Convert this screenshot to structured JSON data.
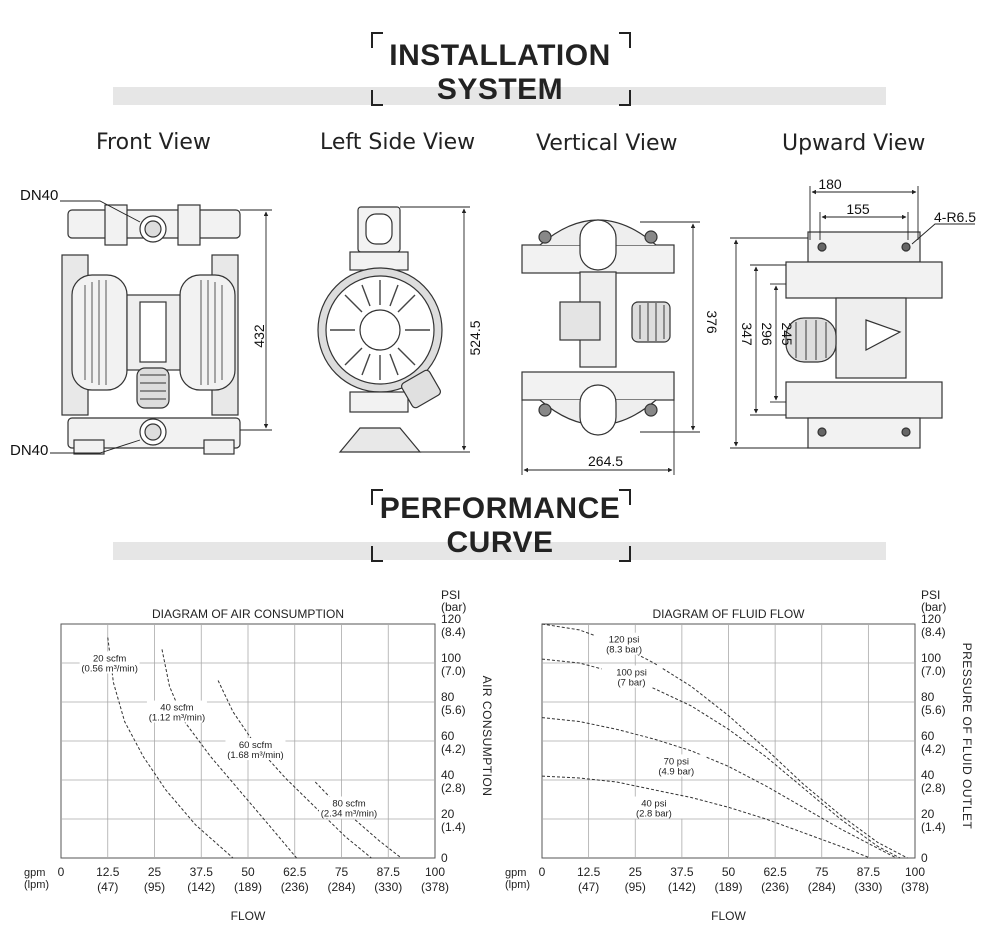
{
  "sections": {
    "installation_title_1": "INSTALLATION",
    "installation_title_2": "SYSTEM",
    "performance_title_1": "PERFORMANCE",
    "performance_title_2": "CURVE"
  },
  "views": {
    "front": {
      "label": "Front View",
      "inlet_top": "DN40",
      "inlet_bottom": "DN40",
      "height_dim": "432"
    },
    "left_side": {
      "label": "Left Side View",
      "height_dim": "524.5"
    },
    "vertical": {
      "label": "Vertical View",
      "height_dim": "376",
      "width_dim": "264.5"
    },
    "upward": {
      "label": "Upward View",
      "dim_180": "180",
      "dim_155": "155",
      "holes": "4-R6.5",
      "dim_347": "347",
      "dim_296": "296",
      "dim_245": "245"
    }
  },
  "chart_data": [
    {
      "type": "line",
      "title": "DIAGRAM OF AIR CONSUMPTION",
      "xlabel": "FLOW",
      "right_axis_label": "AIR CONSUMPTION",
      "x_unit_label": "gpm",
      "x_unit_label_2": "(lpm)",
      "y_unit_label": "PSI",
      "y_unit_label_2": "(bar)",
      "xlim": [
        0,
        100
      ],
      "ylim": [
        0,
        120
      ],
      "x_ticks": [
        0,
        12.5,
        25,
        37.5,
        50,
        62.5,
        75,
        87.5,
        100
      ],
      "x_ticks_secondary": [
        "",
        "(47)",
        "(95)",
        "(142)",
        "(189)",
        "(236)",
        "(284)",
        "(330)",
        "(378)"
      ],
      "y_ticks": [
        0,
        20,
        40,
        60,
        80,
        100,
        120
      ],
      "y_ticks_secondary": [
        "",
        "(1.4)",
        "(2.8)",
        "(4.2)",
        "(5.6)",
        "(7.0)",
        "(8.4)"
      ],
      "grid": true,
      "series": [
        {
          "name": "20 scfm",
          "name2": "(0.56 m³/min)",
          "x": [
            12.5,
            14,
            17,
            22,
            28,
            36,
            46
          ],
          "y": [
            113,
            90,
            70,
            52,
            35,
            17,
            0
          ]
        },
        {
          "name": "40 scfm",
          "name2": "(1.12 m³/min)",
          "x": [
            27,
            29,
            33,
            40,
            48,
            56,
            63
          ],
          "y": [
            107,
            88,
            70,
            52,
            34,
            16,
            0
          ]
        },
        {
          "name": "60 scfm",
          "name2": "(1.68 m³/min)",
          "x": [
            42,
            46,
            52,
            60,
            68,
            76,
            83
          ],
          "y": [
            91,
            75,
            58,
            41,
            26,
            11,
            0
          ]
        },
        {
          "name": "80 scfm",
          "name2": "(2.34 m³/min)",
          "x": [
            68,
            73,
            79,
            85,
            91
          ],
          "y": [
            39,
            29,
            19,
            9,
            0
          ]
        }
      ]
    },
    {
      "type": "line",
      "title": "DIAGRAM OF FLUID FLOW",
      "xlabel": "FLOW",
      "right_axis_label": "PRESSURE OF FLUID OUTLET",
      "x_unit_label": "gpm",
      "x_unit_label_2": "(lpm)",
      "y_unit_label": "PSI",
      "y_unit_label_2": "(bar)",
      "xlim": [
        0,
        100
      ],
      "ylim": [
        0,
        120
      ],
      "x_ticks": [
        0,
        12.5,
        25,
        37.5,
        50,
        62.5,
        75,
        87.5,
        100
      ],
      "x_ticks_secondary": [
        "",
        "(47)",
        "(95)",
        "(142)",
        "(189)",
        "(236)",
        "(284)",
        "(330)",
        "(378)"
      ],
      "y_ticks": [
        0,
        20,
        40,
        60,
        80,
        100,
        120
      ],
      "y_ticks_secondary": [
        "",
        "(1.4)",
        "(2.8)",
        "(4.2)",
        "(5.6)",
        "(7.0)",
        "(8.4)"
      ],
      "grid": true,
      "series": [
        {
          "name": "120 psi",
          "name2": "(8.3 bar)",
          "x": [
            0,
            10,
            20,
            30,
            40,
            50,
            60,
            70,
            80,
            90,
            98
          ],
          "y": [
            120,
            117,
            110,
            100,
            88,
            73,
            56,
            38,
            22,
            8,
            0
          ]
        },
        {
          "name": "100 psi",
          "name2": "(7 bar)",
          "x": [
            0,
            10,
            20,
            30,
            40,
            50,
            60,
            70,
            80,
            90,
            96
          ],
          "y": [
            102,
            100,
            95,
            87,
            78,
            66,
            52,
            36,
            20,
            6,
            0
          ]
        },
        {
          "name": "70 psi",
          "name2": "(4.9 bar)",
          "x": [
            0,
            10,
            20,
            30,
            40,
            50,
            60,
            70,
            80,
            90,
            95
          ],
          "y": [
            72,
            70,
            66,
            61,
            55,
            47,
            37,
            26,
            15,
            5,
            0
          ]
        },
        {
          "name": "40 psi",
          "name2": "(2.8 bar)",
          "x": [
            0,
            10,
            20,
            30,
            40,
            50,
            60,
            70,
            80,
            88
          ],
          "y": [
            42,
            41,
            39,
            35,
            31,
            26,
            20,
            13,
            6,
            0
          ]
        }
      ]
    }
  ]
}
